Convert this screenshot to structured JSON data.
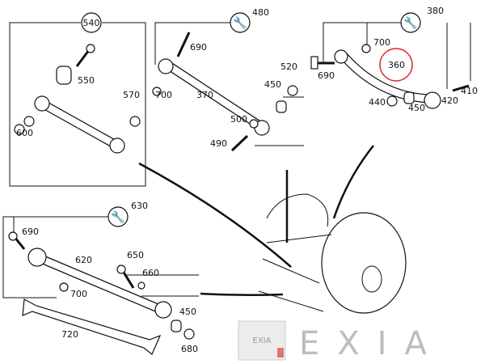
{
  "diagram": {
    "panels": [
      {
        "group": "540",
        "parts": [
          "550",
          "570",
          "600"
        ]
      },
      {
        "group": "480",
        "parts": [
          "690",
          "700",
          "370",
          "520",
          "450",
          "500",
          "490"
        ]
      },
      {
        "group": "380",
        "parts": [
          "700",
          "690",
          "360",
          "410",
          "420",
          "440",
          "450"
        ]
      },
      {
        "group": "630",
        "parts": [
          "690",
          "620",
          "650",
          "660",
          "700",
          "450",
          "720",
          "680"
        ]
      }
    ],
    "highlighted_part": "360",
    "highlight_color": "#d9262c"
  },
  "logo": {
    "text": "EXIA",
    "small_text": "EXIA",
    "accent_color": "#d9262c"
  }
}
